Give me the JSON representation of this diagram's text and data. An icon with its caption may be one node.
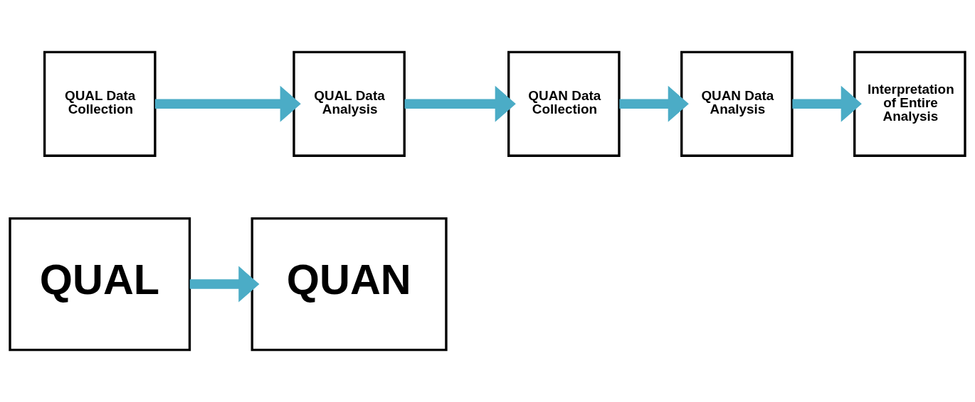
{
  "diagram": {
    "nodes": [
      {
        "text": [
          "QUAL"
        ]
      },
      {
        "text": [
          "QUAN"
        ]
      },
      {
        "text": [
          "QUAL Data Collection"
        ]
      },
      {
        "text": [
          "QUAL Data Analysis"
        ]
      },
      {
        "text": [
          "QUAN Data Collection"
        ]
      },
      {
        "text": [
          "QUAN Data Analysis"
        ]
      },
      {
        "text": [
          "Interpretation of Entire Analysis"
        ]
      }
    ],
    "edges": [
      {
        "from": 0,
        "to": 1,
        "arrow": "to"
      },
      {
        "from": 2,
        "to": 3,
        "arrow": "to"
      },
      {
        "from": 3,
        "to": 4,
        "arrow": "to"
      },
      {
        "from": 4,
        "to": 5,
        "arrow": "to"
      },
      {
        "from": 5,
        "to": 6,
        "arrow": "to"
      }
    ]
  }
}
